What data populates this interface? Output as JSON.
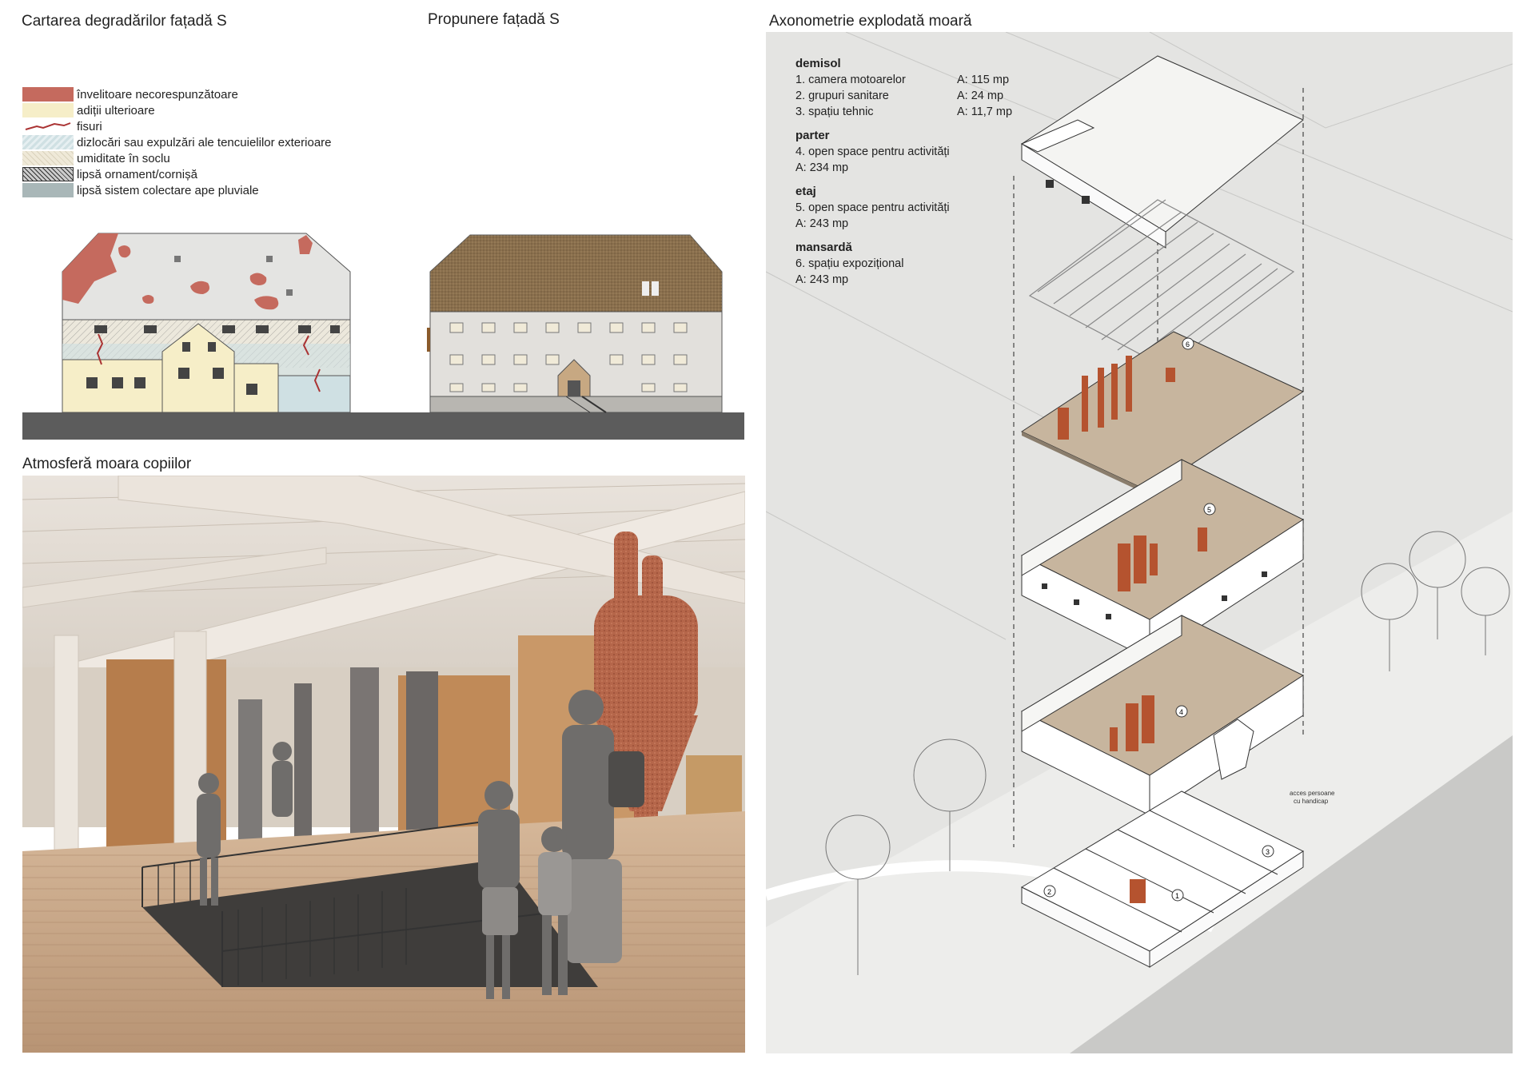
{
  "titles": {
    "degradation": "Cartarea degradărilor fațadă S",
    "proposal": "Propunere fațadă S",
    "atmosphere": "Atmosferă moara copiilor",
    "axonometry": "Axonometrie explodată moară"
  },
  "legend": [
    {
      "label": "învelitoare necorespunzătoare",
      "color": "#c56a5e",
      "icon": "roof-damage-swatch"
    },
    {
      "label": "adiții ulterioare",
      "color": "#f6eec8",
      "icon": "additions-swatch"
    },
    {
      "label": "fisuri",
      "color": "#ffffff",
      "icon": "crack-line-swatch"
    },
    {
      "label": "dizlocări sau expulzări ale tencuielilor exterioare",
      "color": "#cfe0e3",
      "icon": "plaster-swatch"
    },
    {
      "label": "umiditate în soclu",
      "color": "#efe9d8",
      "icon": "humidity-hatch-swatch"
    },
    {
      "label": "lipsă ornament/cornișă",
      "color": "#555555",
      "icon": "cornice-hatch-swatch"
    },
    {
      "label": "lipsă sistem colectare ape pluviale",
      "color": "#a9b7b8",
      "icon": "gutter-swatch"
    }
  ],
  "program": [
    {
      "heading": "demisol",
      "items": [
        {
          "name": "1. camera motoarelor",
          "area": "A: 115 mp"
        },
        {
          "name": "2. grupuri sanitare",
          "area": "A: 24 mp"
        },
        {
          "name": "3. spațiu tehnic",
          "area": "A: 11,7 mp"
        }
      ]
    },
    {
      "heading": "parter",
      "items": [
        {
          "name": "4. open space pentru activități",
          "area": ""
        },
        {
          "name": "A: 234 mp",
          "area": ""
        }
      ]
    },
    {
      "heading": "etaj",
      "items": [
        {
          "name": "5. open space pentru activități",
          "area": ""
        },
        {
          "name": "A: 243 mp",
          "area": ""
        }
      ]
    },
    {
      "heading": "mansardă",
      "items": [
        {
          "name": "6. spațiu expozițional",
          "area": ""
        },
        {
          "name": "A: 243 mp",
          "area": ""
        }
      ]
    }
  ],
  "axo_labels": {
    "access": "acces persoane",
    "handicap": "cu handicap",
    "markers": [
      "1",
      "2",
      "3",
      "4",
      "5",
      "6"
    ]
  },
  "colors": {
    "roof_red": "#c56a5e",
    "timber": "#c7a882",
    "equipment": "#b5532f",
    "ground": "#5c5c5c",
    "paper": "#e4e4e2"
  }
}
